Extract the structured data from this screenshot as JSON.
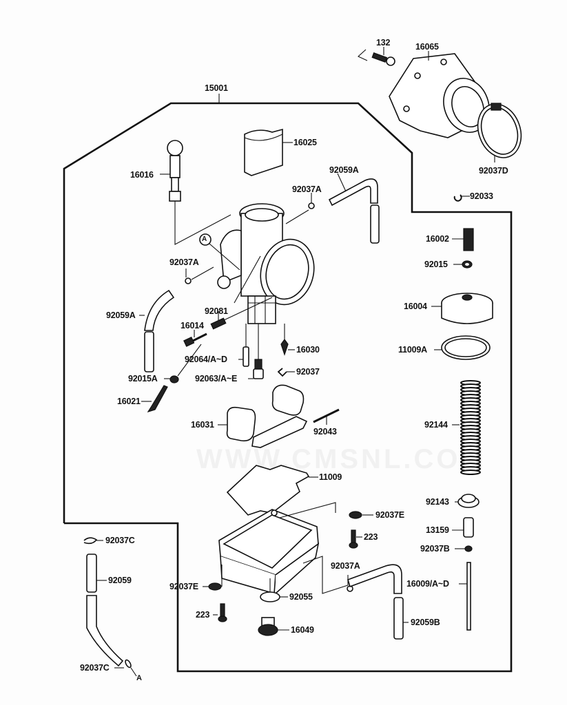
{
  "diagram": {
    "title": "Carburetor exploded parts diagram",
    "watermark": "WWW.CMSNL.COM",
    "assembly_label": "15001",
    "reference_marker": "A",
    "labels": [
      {
        "id": "132",
        "text": "132"
      },
      {
        "id": "16065",
        "text": "16065"
      },
      {
        "id": "15001",
        "text": "15001"
      },
      {
        "id": "16025",
        "text": "16025"
      },
      {
        "id": "16016",
        "text": "16016"
      },
      {
        "id": "92059A-top",
        "text": "92059A"
      },
      {
        "id": "92037A-top",
        "text": "92037A"
      },
      {
        "id": "92037D",
        "text": "92037D"
      },
      {
        "id": "92033",
        "text": "92033"
      },
      {
        "id": "16002",
        "text": "16002"
      },
      {
        "id": "92015",
        "text": "92015"
      },
      {
        "id": "92037A-left",
        "text": "92037A"
      },
      {
        "id": "16004",
        "text": "16004"
      },
      {
        "id": "92081",
        "text": "92081"
      },
      {
        "id": "92059A-left",
        "text": "92059A"
      },
      {
        "id": "16014",
        "text": "16014"
      },
      {
        "id": "11009A",
        "text": "11009A"
      },
      {
        "id": "16030",
        "text": "16030"
      },
      {
        "id": "92064",
        "text": "92064/A~D"
      },
      {
        "id": "92015A",
        "text": "92015A"
      },
      {
        "id": "92063",
        "text": "92063/A~E"
      },
      {
        "id": "92037",
        "text": "92037"
      },
      {
        "id": "16021",
        "text": "16021"
      },
      {
        "id": "16031",
        "text": "16031"
      },
      {
        "id": "92144",
        "text": "92144"
      },
      {
        "id": "92043",
        "text": "92043"
      },
      {
        "id": "11009",
        "text": "11009"
      },
      {
        "id": "92143",
        "text": "92143"
      },
      {
        "id": "92037E-right",
        "text": "92037E"
      },
      {
        "id": "13159",
        "text": "13159"
      },
      {
        "id": "223-right",
        "text": "223"
      },
      {
        "id": "92037C-top",
        "text": "92037C"
      },
      {
        "id": "92037B",
        "text": "92037B"
      },
      {
        "id": "92037A-bottom",
        "text": "92037A"
      },
      {
        "id": "92059",
        "text": "92059"
      },
      {
        "id": "16009",
        "text": "16009/A~D"
      },
      {
        "id": "92037E-left",
        "text": "92037E"
      },
      {
        "id": "92055",
        "text": "92055"
      },
      {
        "id": "223-left",
        "text": "223"
      },
      {
        "id": "16049",
        "text": "16049"
      },
      {
        "id": "92059B",
        "text": "92059B"
      },
      {
        "id": "92037C-bottom",
        "text": "92037C"
      }
    ]
  }
}
